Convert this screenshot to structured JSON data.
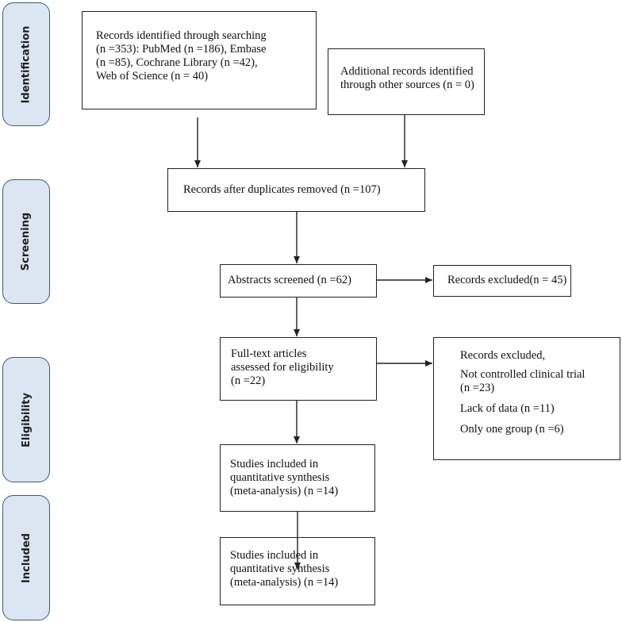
{
  "phases": {
    "identification": "Identification",
    "screening": "Screening",
    "eligibility": "Eligibility",
    "included": "Included"
  },
  "boxes": {
    "records_identified": {
      "lines": [
        "Records identified through searching",
        "(n =353): PubMed (n =186), Embase",
        "(n =85), Cochrane Library (n =42),",
        "Web of Science (n = 40)"
      ]
    },
    "additional_records": {
      "lines": [
        "Additional records identified",
        "through other sources (n = 0)"
      ]
    },
    "after_duplicates": {
      "lines": [
        "Records after duplicates removed (n =107)"
      ]
    },
    "abstracts_screened": {
      "lines": [
        "Abstracts screened (n =62)"
      ]
    },
    "records_excluded_abstract": {
      "lines": [
        "Records excluded(n = 45)"
      ]
    },
    "fulltext_assessed": {
      "lines": [
        "Full-text articles",
        "assessed for eligibility",
        "(n =22)"
      ]
    },
    "records_excluded_fulltext": {
      "heading": "Records excluded,",
      "reason1_line1": "Not controlled clinical trial",
      "reason1_line2": "(n =23)",
      "reason2": "Lack of data (n =11)",
      "reason3": "Only one group (n =6)"
    },
    "studies_quantitative": {
      "lines": [
        "Studies included in",
        "quantitative synthesis",
        "(meta-analysis) (n =14)"
      ]
    },
    "studies_included": {
      "lines": [
        "Studies included in",
        "quantitative synthesis",
        "(meta-analysis) (n =14)"
      ]
    }
  }
}
